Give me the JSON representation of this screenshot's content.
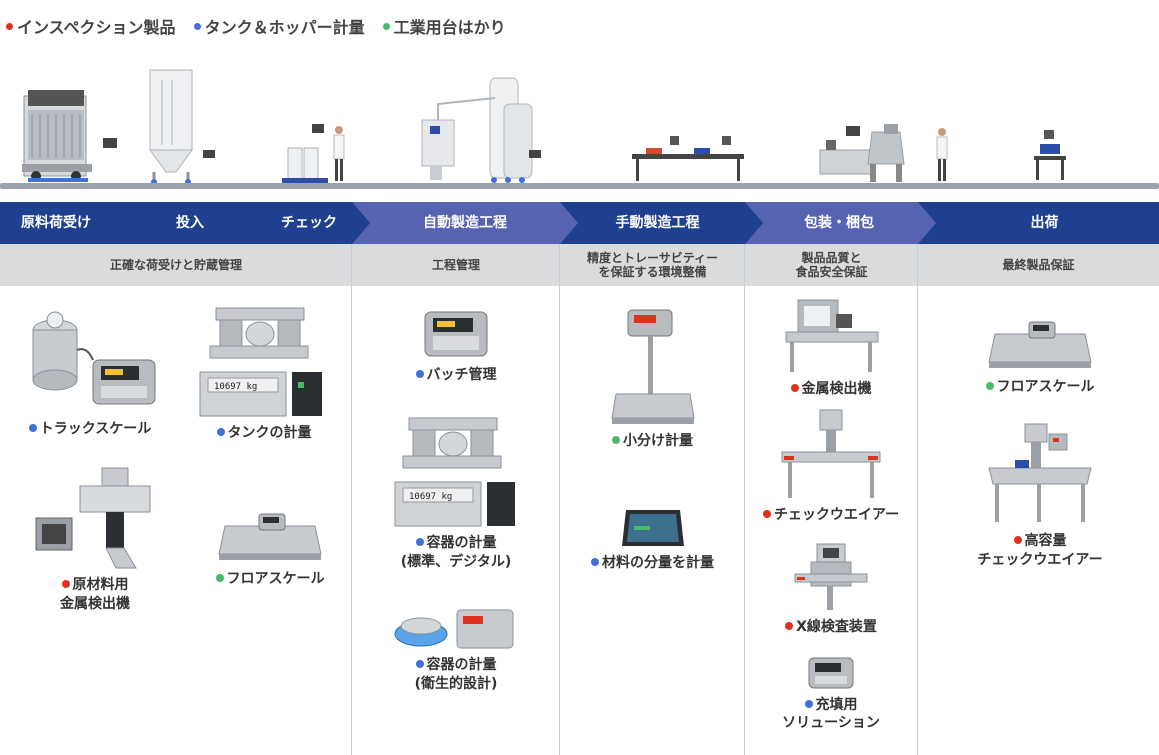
{
  "legend": [
    {
      "label": "インスペクション製品",
      "color": "#e0301e"
    },
    {
      "label": "タンク＆ホッパー計量",
      "color": "#3f6fd8"
    },
    {
      "label": "工業用台はかり",
      "color": "#4cb86b"
    }
  ],
  "process_stages": [
    "原料荷受け",
    "投入",
    "チェック",
    "自動製造工程",
    "手動製造工程",
    "包装・梱包",
    "出荷"
  ],
  "sub_headers": {
    "receiving": "正確な荷受けと貯蔵管理",
    "automated": "工程管理",
    "manual_line1": "精度とトレーサビティー",
    "manual_line2": "を保証する環境整備",
    "packaging_line1": "製品品質と",
    "packaging_line2": "食品安全保証",
    "shipping": "最終製品保証"
  },
  "products": {
    "track_scale": "トラックスケール",
    "tank_weighing": "タンクの計量",
    "raw_metal_1": "原材料用",
    "raw_metal_2": "金属検出機",
    "floor_scale_1": "フロアスケール",
    "batch": "バッチ管理",
    "vessel_std_1": "容器の計量",
    "vessel_std_2": "(標準、デジタル)",
    "vessel_hyg_1": "容器の計量",
    "vessel_hyg_2": "(衛生的設計)",
    "portioning": "小分け計量",
    "material_weighing": "材料の分量を計量",
    "metal_detector": "金属検出機",
    "checkweigher": "チェックウエイアー",
    "xray": "X線検査装置",
    "filling_1": "充填用",
    "filling_2": "ソリューション",
    "floor_scale_2": "フロアスケール",
    "hc_checkweigher_1": "高容量",
    "hc_checkweigher_2": "チェックウエイアー"
  },
  "display_readout": "10697 kg",
  "colors": {
    "bar_dark": "#1f3f8f",
    "bar_light": "#5563b0",
    "band": "#d9dbdd",
    "red": "#e0301e",
    "blue": "#3f6fd8",
    "green": "#4cb86b"
  }
}
